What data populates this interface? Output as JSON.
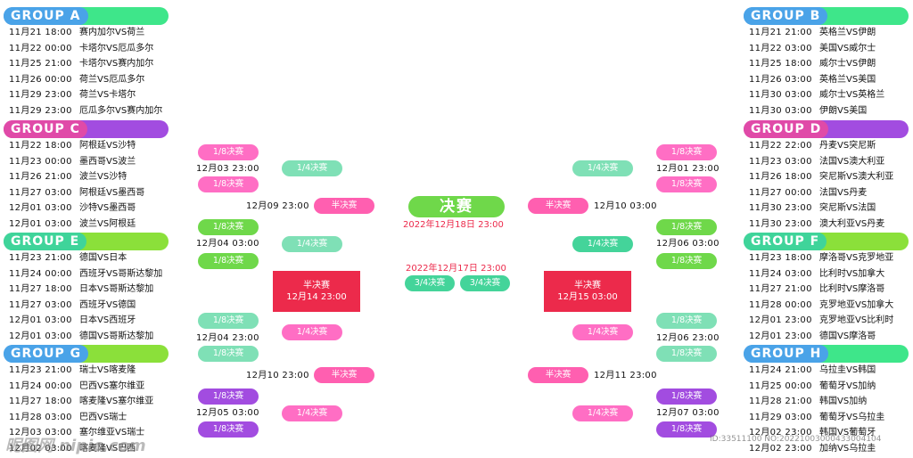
{
  "groups": {
    "A": {
      "title": "GROUP  A",
      "color": "#4aa3e8",
      "bar": "#3ee68a",
      "matches": [
        {
          "dt": "11月21  18:00",
          "teams": "赛内加尔VS荷兰"
        },
        {
          "dt": "11月22  00:00",
          "teams": "卡塔尔VS厄瓜多尔"
        },
        {
          "dt": "11月25  21:00",
          "teams": "卡塔尔VS赛内加尔"
        },
        {
          "dt": "11月26  00:00",
          "teams": "荷兰VS厄瓜多尔"
        },
        {
          "dt": "11月29  23:00",
          "teams": "荷兰VS卡塔尔"
        },
        {
          "dt": "11月29  23:00",
          "teams": "厄瓜多尔VS赛内加尔"
        }
      ]
    },
    "B": {
      "title": "GROUP  B",
      "color": "#4aa3e8",
      "bar": "#3ee68a",
      "matches": [
        {
          "dt": "11月21  21:00",
          "teams": "英格兰VS伊朗"
        },
        {
          "dt": "11月22  03:00",
          "teams": "美国VS威尔士"
        },
        {
          "dt": "11月25  18:00",
          "teams": "威尔士VS伊朗"
        },
        {
          "dt": "11月26  03:00",
          "teams": "英格兰VS美国"
        },
        {
          "dt": "11月30  03:00",
          "teams": "威尔士VS英格兰"
        },
        {
          "dt": "11月30  03:00",
          "teams": "伊朗VS美国"
        }
      ]
    },
    "C": {
      "title": "GROUP  C",
      "color": "#e04aa8",
      "bar": "#a24ce0",
      "matches": [
        {
          "dt": "11月22  18:00",
          "teams": "阿根廷VS沙特"
        },
        {
          "dt": "11月23  00:00",
          "teams": "墨西哥VS波兰"
        },
        {
          "dt": "11月26  21:00",
          "teams": "波兰VS沙特"
        },
        {
          "dt": "11月27  03:00",
          "teams": "阿根廷VS墨西哥"
        },
        {
          "dt": "12月01  03:00",
          "teams": "沙特VS墨西哥"
        },
        {
          "dt": "12月01  03:00",
          "teams": "波兰VS阿根廷"
        }
      ]
    },
    "D": {
      "title": "GROUP  D",
      "color": "#e04aa8",
      "bar": "#a24ce0",
      "matches": [
        {
          "dt": "11月22  22:00",
          "teams": "丹麦VS突尼斯"
        },
        {
          "dt": "11月23  03:00",
          "teams": "法国VS澳大利亚"
        },
        {
          "dt": "11月26  18:00",
          "teams": "突尼斯VS澳大利亚"
        },
        {
          "dt": "11月27  00:00",
          "teams": "法国VS丹麦"
        },
        {
          "dt": "11月30  23:00",
          "teams": "突尼斯VS法国"
        },
        {
          "dt": "11月30  23:00",
          "teams": "澳大利亚VS丹麦"
        }
      ]
    },
    "E": {
      "title": "GROUP  E",
      "color": "#3fd49a",
      "bar": "#8be03a",
      "matches": [
        {
          "dt": "11月23  21:00",
          "teams": "德国VS日本"
        },
        {
          "dt": "11月24  00:00",
          "teams": "西班牙VS哥斯达黎加"
        },
        {
          "dt": "11月27  18:00",
          "teams": "日本VS哥斯达黎加"
        },
        {
          "dt": "11月27  03:00",
          "teams": "西班牙VS德国"
        },
        {
          "dt": "12月01  03:00",
          "teams": "日本VS西班牙"
        },
        {
          "dt": "12月01  03:00",
          "teams": "德国VS哥斯达黎加"
        }
      ]
    },
    "F": {
      "title": "GROUP  F",
      "color": "#3fd49a",
      "bar": "#8be03a",
      "matches": [
        {
          "dt": "11月23  18:00",
          "teams": "摩洛哥VS克罗地亚"
        },
        {
          "dt": "11月24  03:00",
          "teams": "比利时VS加拿大"
        },
        {
          "dt": "11月27  21:00",
          "teams": "比利时VS摩洛哥"
        },
        {
          "dt": "11月28  00:00",
          "teams": "克罗地亚VS加拿大"
        },
        {
          "dt": "12月01  23:00",
          "teams": "克罗地亚VS比利时"
        },
        {
          "dt": "12月01  23:00",
          "teams": "德国VS摩洛哥"
        }
      ]
    },
    "G": {
      "title": "GROUP  G",
      "color": "#4aa3e8",
      "bar": "#8be03a",
      "matches": [
        {
          "dt": "11月23  21:00",
          "teams": "瑞士VS喀麦隆"
        },
        {
          "dt": "11月24  00:00",
          "teams": "巴西VS塞尔维亚"
        },
        {
          "dt": "11月27  18:00",
          "teams": "喀麦隆VS塞尔维亚"
        },
        {
          "dt": "11月28  03:00",
          "teams": "巴西VS瑞士"
        },
        {
          "dt": "12月03  03:00",
          "teams": "塞尔维亚VS瑞士"
        },
        {
          "dt": "12月02  03:00",
          "teams": "喀麦隆VS巴西"
        }
      ]
    },
    "H": {
      "title": "GROUP  H",
      "color": "#4aa3e8",
      "bar": "#3ee68a",
      "matches": [
        {
          "dt": "11月24  21:00",
          "teams": "乌拉圭VS韩国"
        },
        {
          "dt": "11月25  00:00",
          "teams": "葡萄牙VS加纳"
        },
        {
          "dt": "11月28  21:00",
          "teams": "韩国VS加纳"
        },
        {
          "dt": "11月29  03:00",
          "teams": "葡萄牙VS乌拉圭"
        },
        {
          "dt": "12月02  23:00",
          "teams": "韩国VS葡萄牙"
        },
        {
          "dt": "12月02  23:00",
          "teams": "加纳VS乌拉圭"
        }
      ]
    }
  },
  "bracket": {
    "r16": "1/8决赛",
    "qf": "1/4决赛",
    "sf": "半决赛",
    "third": "3/4决赛",
    "final": "决赛",
    "left": {
      "r16_times": [
        "12月03  23:00",
        "12月04  03:00",
        "12月04  23:00",
        "12月05  03:00"
      ],
      "qf_times": [
        "12月09  23:00",
        "12月10  23:00"
      ],
      "sf_box": {
        "title": "半决赛",
        "time": "12月14  23:00"
      }
    },
    "right": {
      "r16_times": [
        "12月01  23:00",
        "12月06  03:00",
        "12月06  23:00",
        "12月07  03:00"
      ],
      "qf_times": [
        "12月10  03:00",
        "12月11  23:00"
      ],
      "sf_box": {
        "title": "半决赛",
        "time": "12月15  03:00"
      }
    },
    "final_time": "2022年12月18日   23:00",
    "third_time": "2022年12月17日   23:00"
  },
  "watermark": {
    "site": "昵图网 nipic.com",
    "id": "ID:33511100 NO:20221003000433004104"
  },
  "colors": {
    "pink": "#ff6ec4",
    "teal": "#7fe0b6",
    "green": "#6fd84a",
    "purple": "#a24ce0",
    "red": "#ec2a4b"
  }
}
